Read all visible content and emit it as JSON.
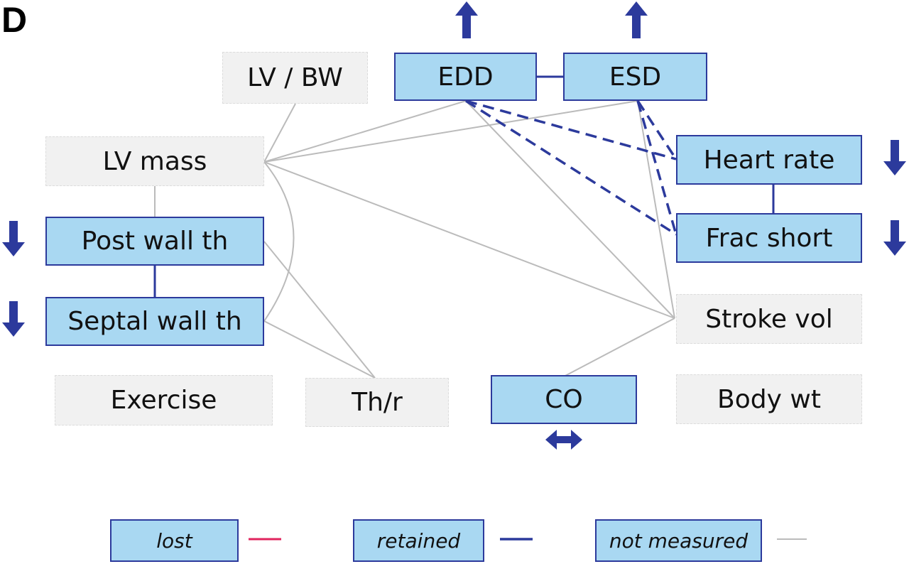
{
  "panel_label": "D",
  "nodes": {
    "lv_bw": "LV / BW",
    "edd": "EDD",
    "esd": "ESD",
    "lv_mass": "LV mass",
    "heart_rate": "Heart rate",
    "post_wall_th": "Post wall th",
    "frac_short": "Frac short",
    "septal_wall_th": "Septal wall th",
    "stroke_vol": "Stroke vol",
    "exercise": "Exercise",
    "th_r": "Th/r",
    "co": "CO",
    "body_wt": "Body wt"
  },
  "change_indicators": {
    "edd": "up-arrow-icon",
    "esd": "up-arrow-icon",
    "heart_rate": "down-arrow-icon",
    "frac_short": "down-arrow-icon",
    "post_wall_th": "down-arrow-icon",
    "septal_wall_th": "down-arrow-icon",
    "co": "double-arrow-icon"
  },
  "legend": {
    "lost": "lost",
    "retained": "retained",
    "not_measured": "not measured"
  },
  "colors": {
    "measured_fill": "#a9d8f2",
    "measured_border": "#2c3a9c",
    "unmeasured_fill": "#f1f1f1",
    "lost": "#e0245e",
    "retained": "#2c3a9c",
    "not_measured": "#bbbbbb",
    "arrow": "#2c3a9c"
  }
}
